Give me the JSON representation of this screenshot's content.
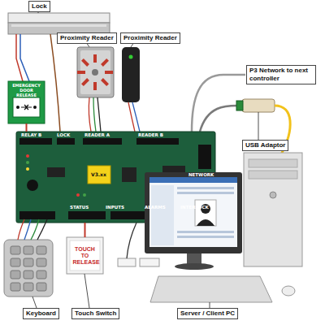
{
  "diagram": {
    "nodes": [
      {
        "text": [
          "Lock"
        ]
      },
      {
        "text": [
          "Proximity Reader"
        ]
      },
      {
        "text": [
          "Proximity Reader"
        ]
      },
      {
        "text": [
          "P3 Network to next controller"
        ]
      },
      {
        "text": [
          "EMERGENCY DOOR RELEASE"
        ]
      },
      {
        "text": [
          "USB Adaptor"
        ]
      },
      {
        "text": [
          "RELAY B",
          "LOCK",
          "READER A",
          "READER B",
          "NETWORK",
          "V3.xx",
          "STATUS",
          "INPUTS",
          "ALARMS",
          "INTERLOCK"
        ]
      },
      {
        "text": [
          "TOUCH TO RELEASE"
        ]
      },
      {
        "text": [
          "Keyboard"
        ]
      },
      {
        "text": [
          "Touch Switch"
        ]
      },
      {
        "text": [
          "Server / Client PC"
        ]
      }
    ],
    "edges": [
      {
        "from": 4,
        "to": 6,
        "arrow": "none"
      },
      {
        "from": 7,
        "to": 6,
        "arrow": "none"
      }
    ]
  }
}
